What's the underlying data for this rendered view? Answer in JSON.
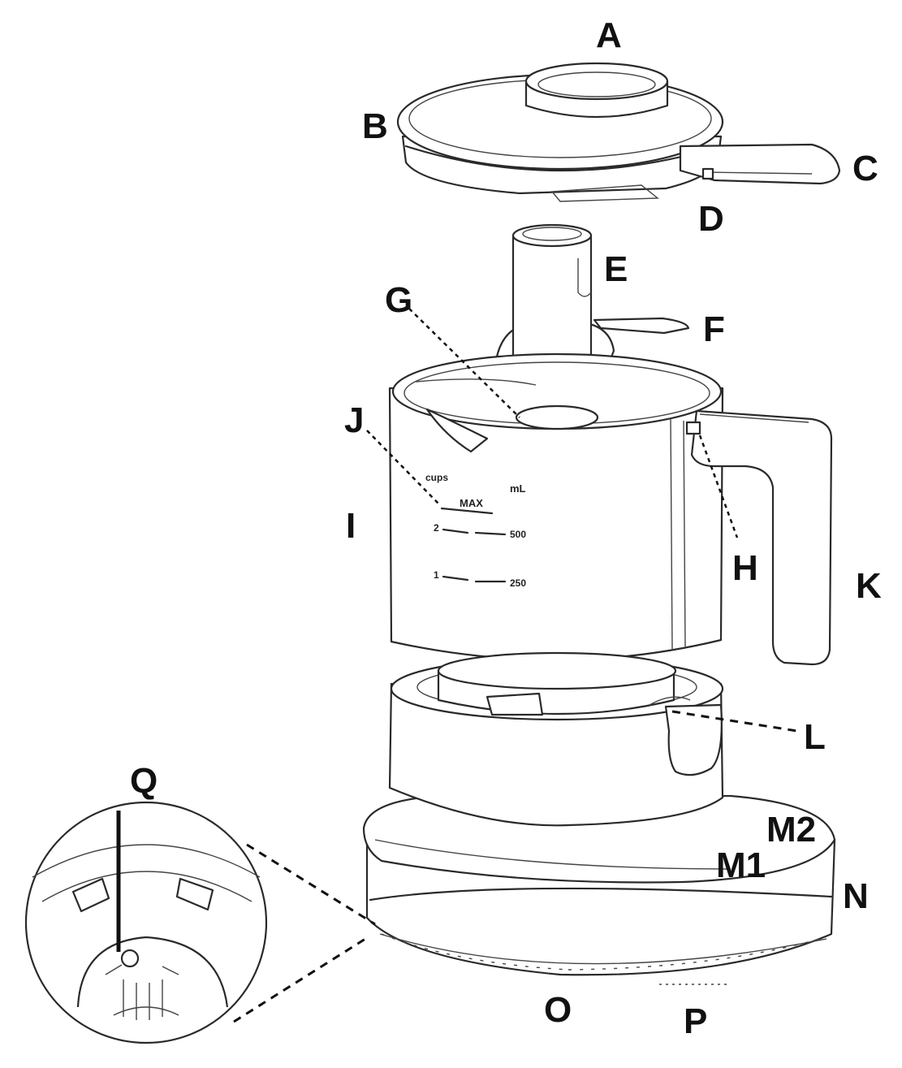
{
  "labels": {
    "A": "A",
    "B": "B",
    "C": "C",
    "D": "D",
    "E": "E",
    "F": "F",
    "G": "G",
    "H": "H",
    "I": "I",
    "J": "J",
    "K": "K",
    "L": "L",
    "M1": "M1",
    "M2": "M2",
    "N": "N",
    "O": "O",
    "P": "P",
    "Q": "Q"
  },
  "markings": {
    "cups": "cups",
    "ml": "mL",
    "max": "MAX",
    "cup2": "2",
    "cup1": "1",
    "ml500": "500",
    "ml250": "250"
  }
}
